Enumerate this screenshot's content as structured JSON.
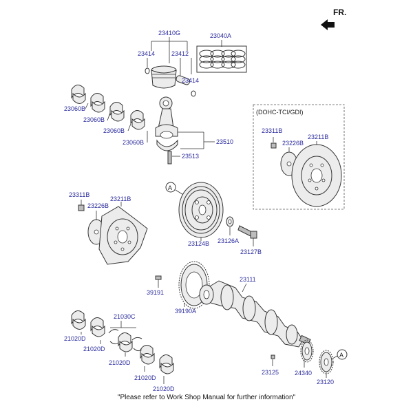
{
  "header": {
    "direction_label": "FR.",
    "variant_box_label": "(DOHC-TCI/GDI)"
  },
  "parts": {
    "p23410G": "23410G",
    "p23040A": "23040A",
    "p23414a": "23414",
    "p23412": "23412",
    "p23414b": "23414",
    "p23060B_1": "23060B",
    "p23060B_2": "23060B",
    "p23060B_3": "23060B",
    "p23060B_4": "23060B",
    "p23510": "23510",
    "p23513": "23513",
    "p23311B_box": "23311B",
    "p23226B_box": "23226B",
    "p23211B_box": "23211B",
    "p23311B": "23311B",
    "p23226B": "23226B",
    "p23211B": "23211B",
    "p23124B": "23124B",
    "p23126A": "23126A",
    "p23127B": "23127B",
    "p23111": "23111",
    "p39191": "39191",
    "p39190A": "39190A",
    "p21030C": "21030C",
    "p21020D_1": "21020D",
    "p21020D_2": "21020D",
    "p21020D_3": "21020D",
    "p21020D_4": "21020D",
    "p21020D_5": "21020D",
    "p23125": "23125",
    "p24340": "24340",
    "p23120": "23120"
  },
  "callouts": {
    "a1": "A",
    "a2": "A"
  },
  "footer": {
    "note": "\"Please refer to Work Shop Manual for further information\""
  },
  "colors": {
    "part_number": "#2b2b9e",
    "line": "#333333"
  }
}
